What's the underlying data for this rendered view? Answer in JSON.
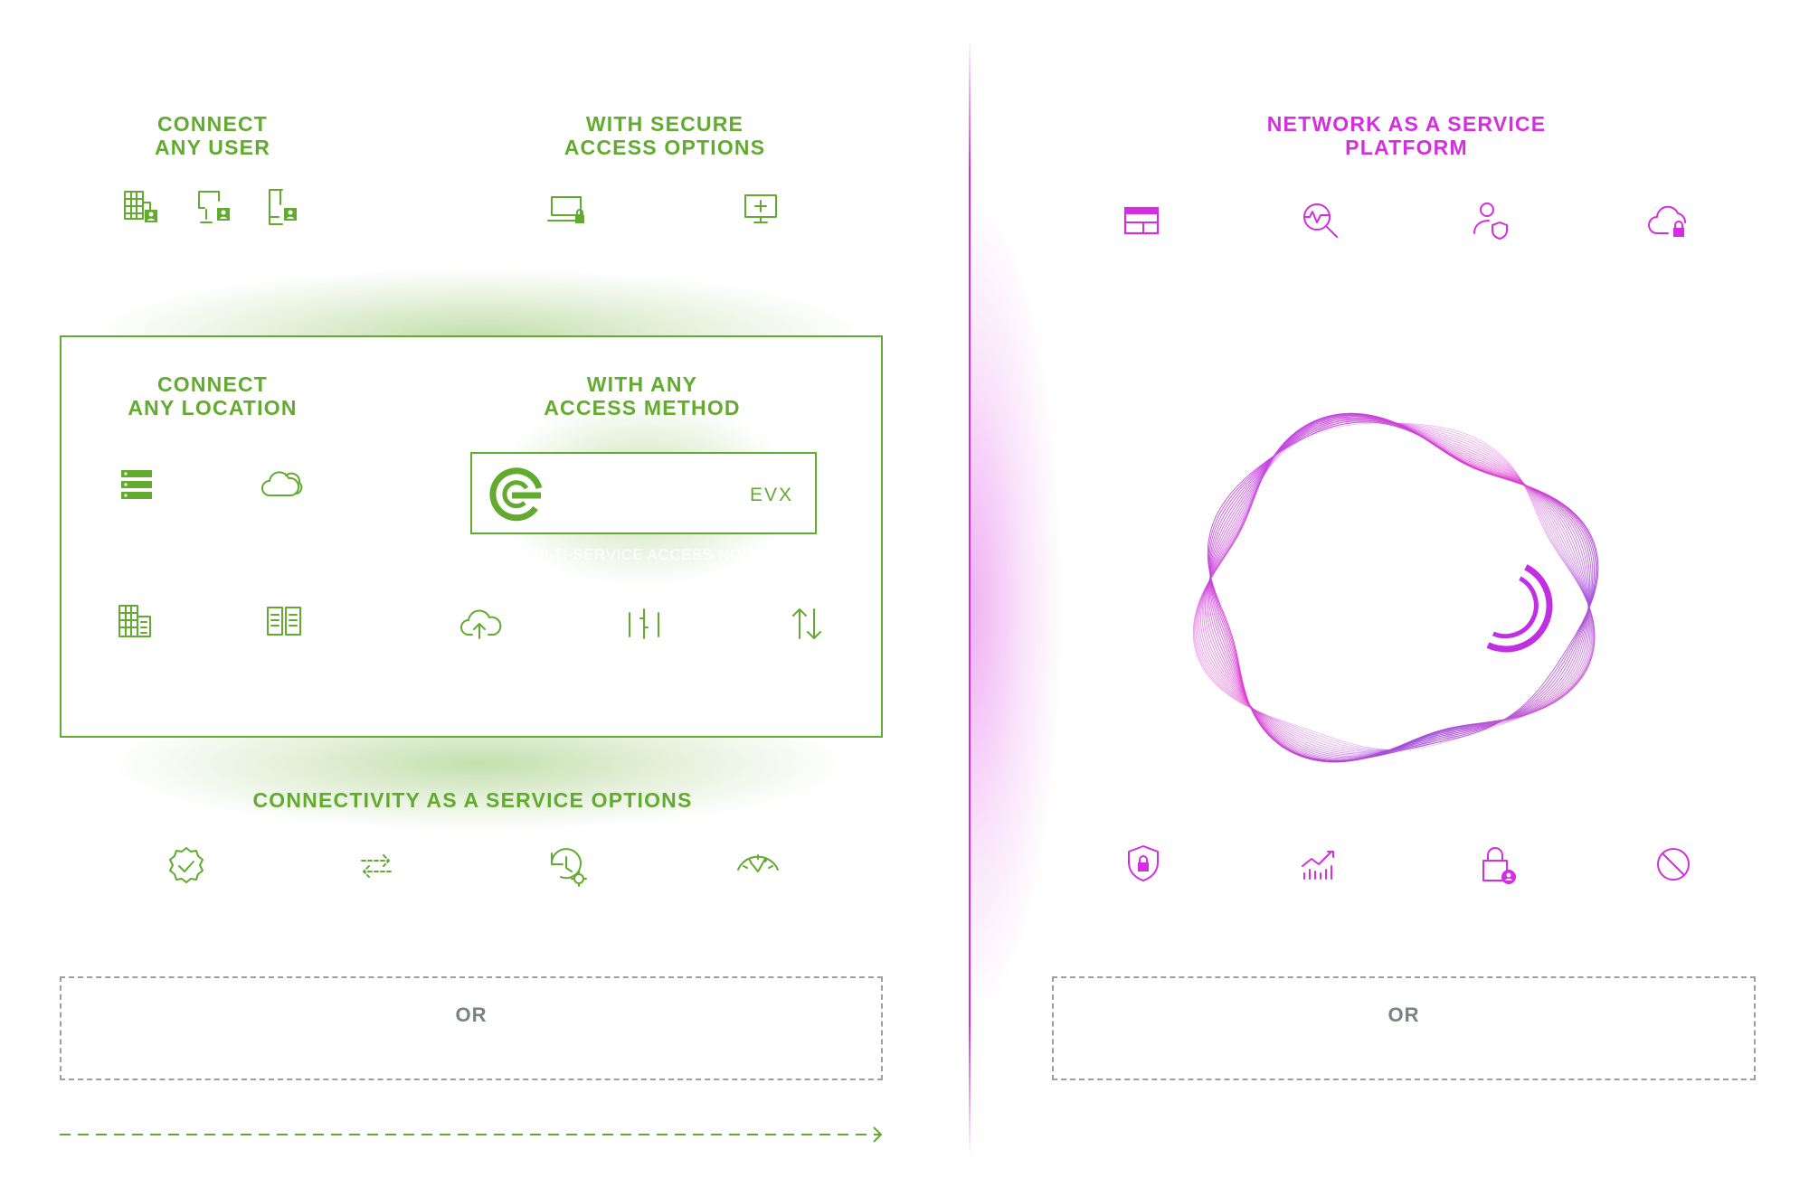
{
  "colors": {
    "green": "#62ab2f",
    "magenta": "#d52ee0",
    "gray": "#7b8186"
  },
  "left": {
    "connect_user": {
      "line1": "CONNECT",
      "line2": "ANY USER",
      "icons": [
        "building-user-icon",
        "desktop-user-icon",
        "mobile-user-icon"
      ]
    },
    "secure_access": {
      "line1": "WITH SECURE",
      "line2": "ACCESS OPTIONS",
      "icons": [
        "laptop-lock-icon",
        "monitor-plus-icon"
      ]
    },
    "location": {
      "line1": "CONNECT",
      "line2": "ANY LOCATION",
      "icons": [
        "server-stack-icon",
        "cloud-icon",
        "office-building-icon",
        "data-center-icon"
      ]
    },
    "access_method": {
      "line1": "WITH ANY",
      "line2": "ACCESS METHOD",
      "evx_label": "EVX",
      "evx_caption": "MULTI-SERVICE ACCESS NODE",
      "icons": [
        "cloud-upload-icon",
        "link-bars-icon",
        "up-down-arrows-icon"
      ]
    },
    "caas": {
      "title": "CONNECTIVITY AS A SERVICE OPTIONS",
      "icons": [
        "verified-badge-icon",
        "exchange-arrows-icon",
        "history-settings-icon",
        "speed-gauge-icon"
      ]
    },
    "or_label": "OR"
  },
  "right": {
    "naas": {
      "line1": "NETWORK AS A SERVICE",
      "line2": "PLATFORM",
      "top_icons": [
        "browser-window-icon",
        "search-pulse-icon",
        "user-shield-icon",
        "cloud-lock-icon"
      ],
      "bottom_icons": [
        "shield-lock-icon",
        "analytics-chart-icon",
        "lock-user-icon",
        "blocked-icon"
      ]
    },
    "or_label": "OR"
  }
}
